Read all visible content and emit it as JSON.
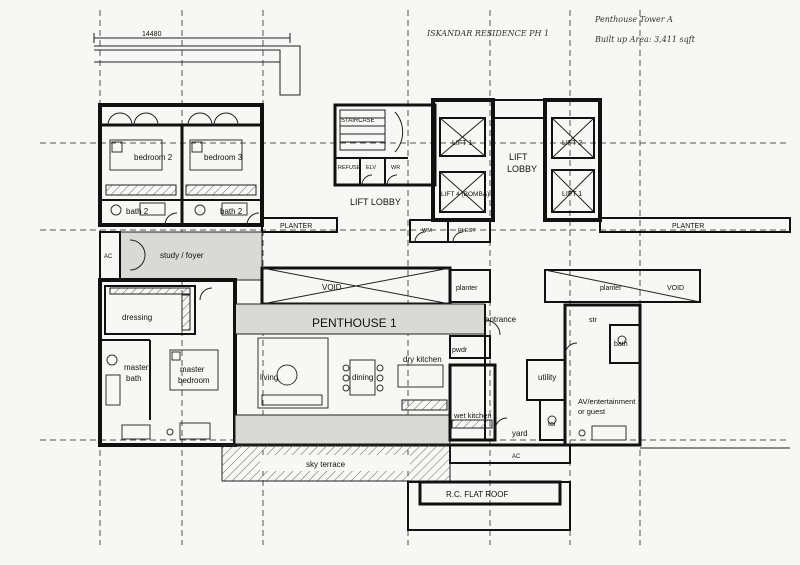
{
  "annotations": {
    "project": "ISKANDAR RESIDENCE PH 1",
    "tower": "Penthouse Tower A",
    "area": "Built up Area: 3,411 sqft",
    "dimension": "14480"
  },
  "rooms": {
    "bedroom2": "bedroom 2",
    "bedroom3": "bedroom 3",
    "bath2a": "bath 2",
    "bath2b": "bath 2",
    "staircase": "STAIRCASE",
    "refuse": "REFUSE",
    "elv": "ELV",
    "wr": "WR",
    "lift1a": "LIFT 1",
    "lift2": "LIFT 2",
    "lift1b": "LIFT 1",
    "lift4": "LIFT 4 (BOMBA)",
    "lift_lobby_top": "LIFT",
    "lift_lobby_bottom": "LOBBY",
    "lift_lobby": "LIFT LOBBY",
    "wm": "WM",
    "elect": "ELECT",
    "planter_left": "PLANTER",
    "planter_right": "PLANTER",
    "ac_left": "AC",
    "study": "study / foyer",
    "void_left": "VOID",
    "planter_mid": "planter",
    "planter_mid2": "planter",
    "void_right": "VOID",
    "dressing": "dressing",
    "penthouse": "PENTHOUSE 1",
    "entrance": "entrance",
    "str": "str",
    "bath": "bath",
    "master_bath_1": "master",
    "master_bath_2": "bath",
    "master_bed_1": "master",
    "master_bed_2": "bedroom",
    "living": "living",
    "dining": "dining",
    "dry_kitchen": "dry kitchen",
    "pwdr": "pwdr",
    "utility": "utility",
    "wet_kitchen": "wet kitchen",
    "yard": "yard",
    "toi": "toi",
    "av_1": "AV/entertainment",
    "av_2": "or guest",
    "ac_bottom": "AC",
    "sky_terrace": "sky terrace",
    "rc_roof": "R.C. FLAT ROOF"
  }
}
